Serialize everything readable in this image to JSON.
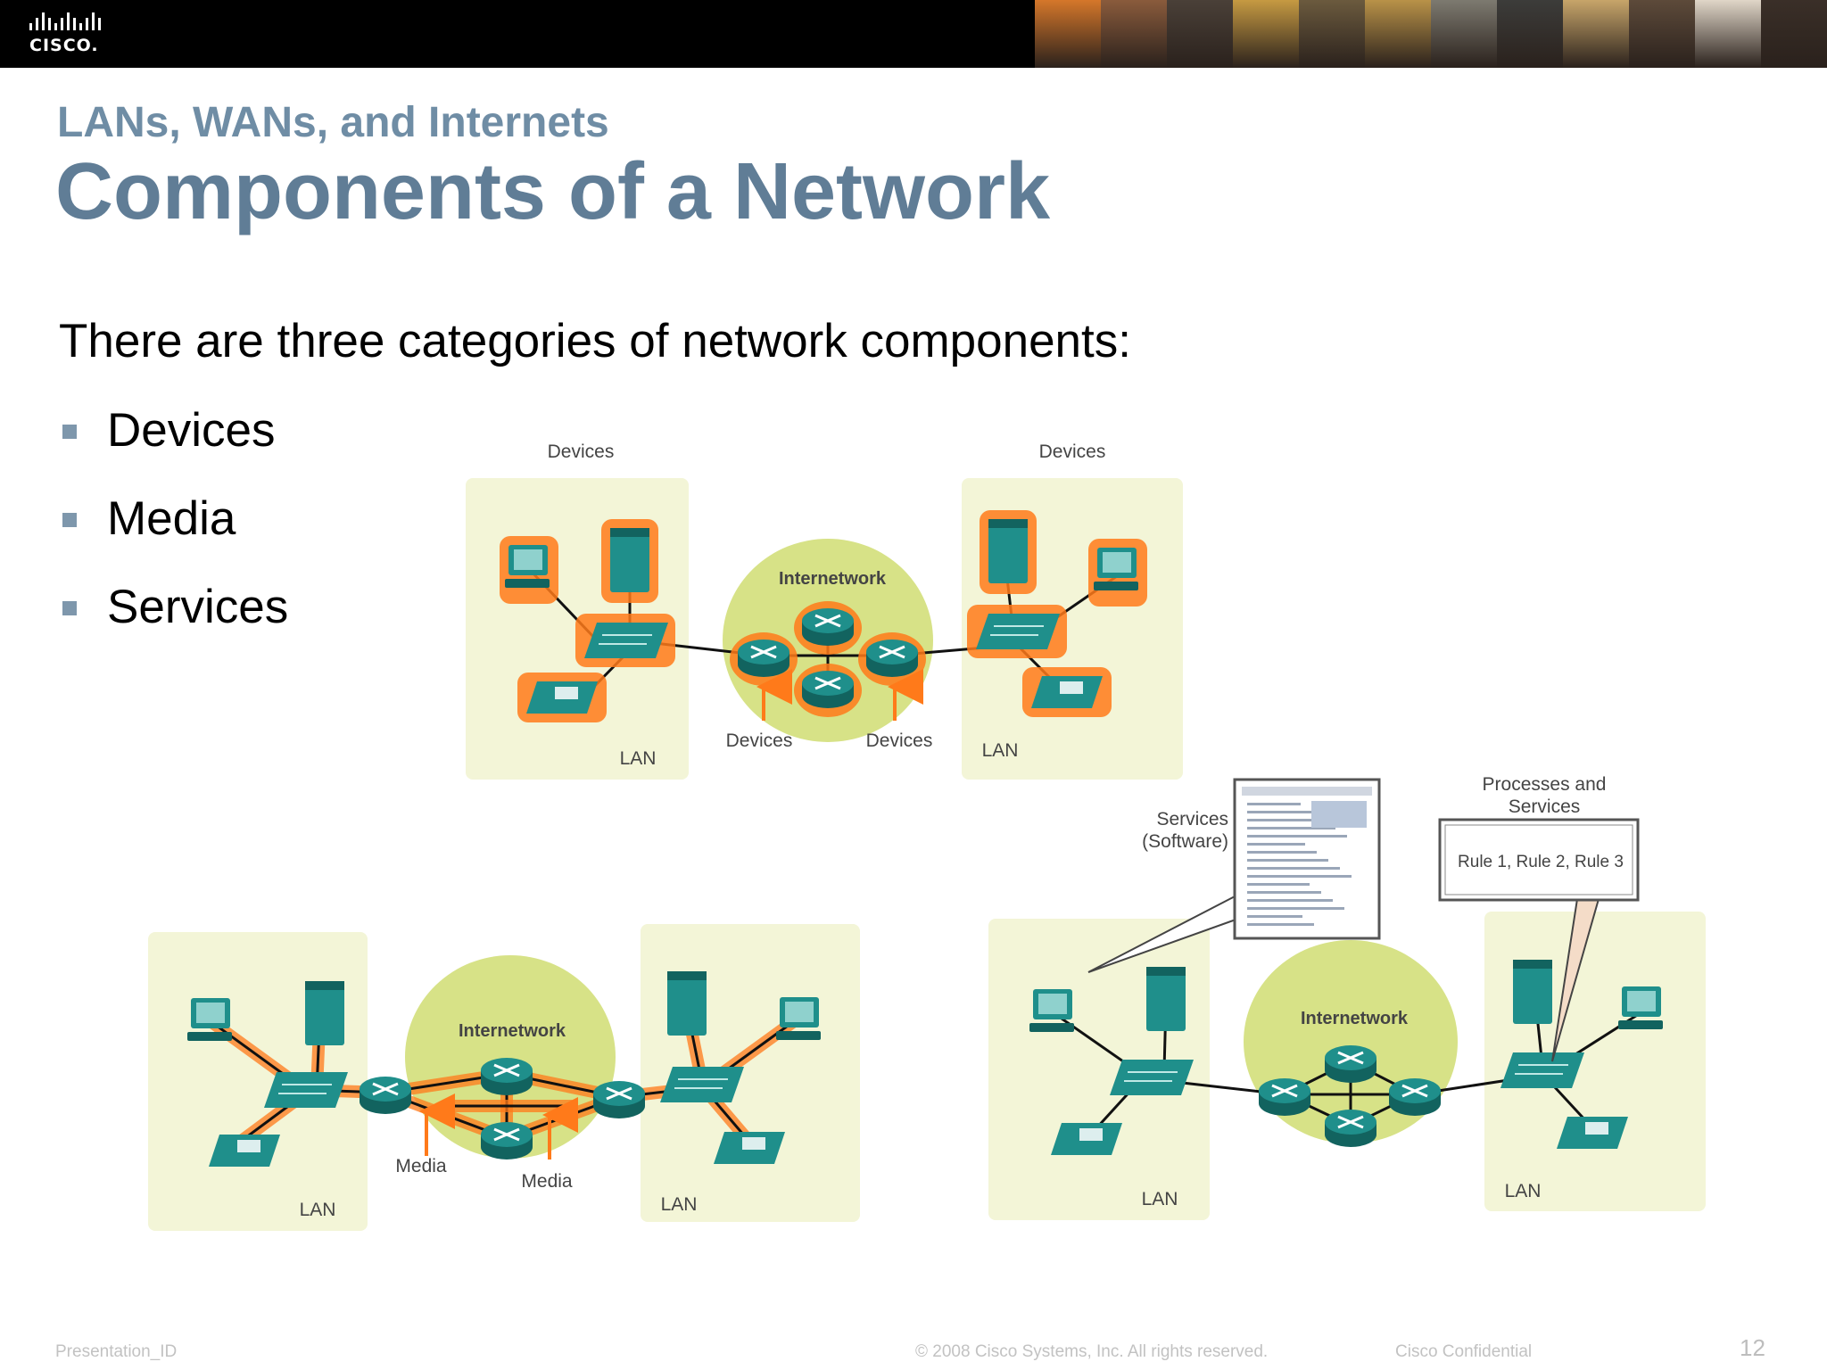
{
  "header": {
    "logo_text": "CISCO.",
    "photo_colors": [
      "#d5772a",
      "#8a5b3c",
      "#4a4038",
      "#c69a42",
      "#6b5a3e",
      "#b99248",
      "#7d7a70",
      "#3c3c3a",
      "#c7a56a",
      "#5d4a3a",
      "#e0d6c8",
      "#3a2f28"
    ]
  },
  "slide": {
    "subtitle": "LANs, WANs, and Internets",
    "title": "Components of a Network",
    "intro": "There are three categories of network components:",
    "bullets": [
      "Devices",
      "Media",
      "Services"
    ]
  },
  "diagram": {
    "colors": {
      "panel": "#f3f5d7",
      "cloud": "#d7e287",
      "device": "#1f8f8b",
      "device_dark": "#12635f",
      "highlight": "#ff7a1a",
      "link": "#111111"
    },
    "top": {
      "devices_left": "Devices",
      "devices_right": "Devices",
      "internetwork": "Internetwork",
      "devices_arrow_1": "Devices",
      "devices_arrow_2": "Devices",
      "lan_left": "LAN",
      "lan_right": "LAN"
    },
    "bottom_left": {
      "internetwork": "Internetwork",
      "media_1": "Media",
      "media_2": "Media",
      "lan_left": "LAN",
      "lan_right": "LAN"
    },
    "bottom_right": {
      "internetwork": "Internetwork",
      "services_line1": "Services",
      "services_line2": "(Software)",
      "processes_line1": "Processes and",
      "processes_line2": "Services",
      "rules": "Rule 1, Rule 2, Rule 3",
      "lan_left": "LAN",
      "lan_right": "LAN"
    }
  },
  "footer": {
    "presentation_id": "Presentation_ID",
    "copyright": "© 2008 Cisco Systems, Inc. All rights reserved.",
    "confidential": "Cisco Confidential",
    "page_number": "12"
  }
}
